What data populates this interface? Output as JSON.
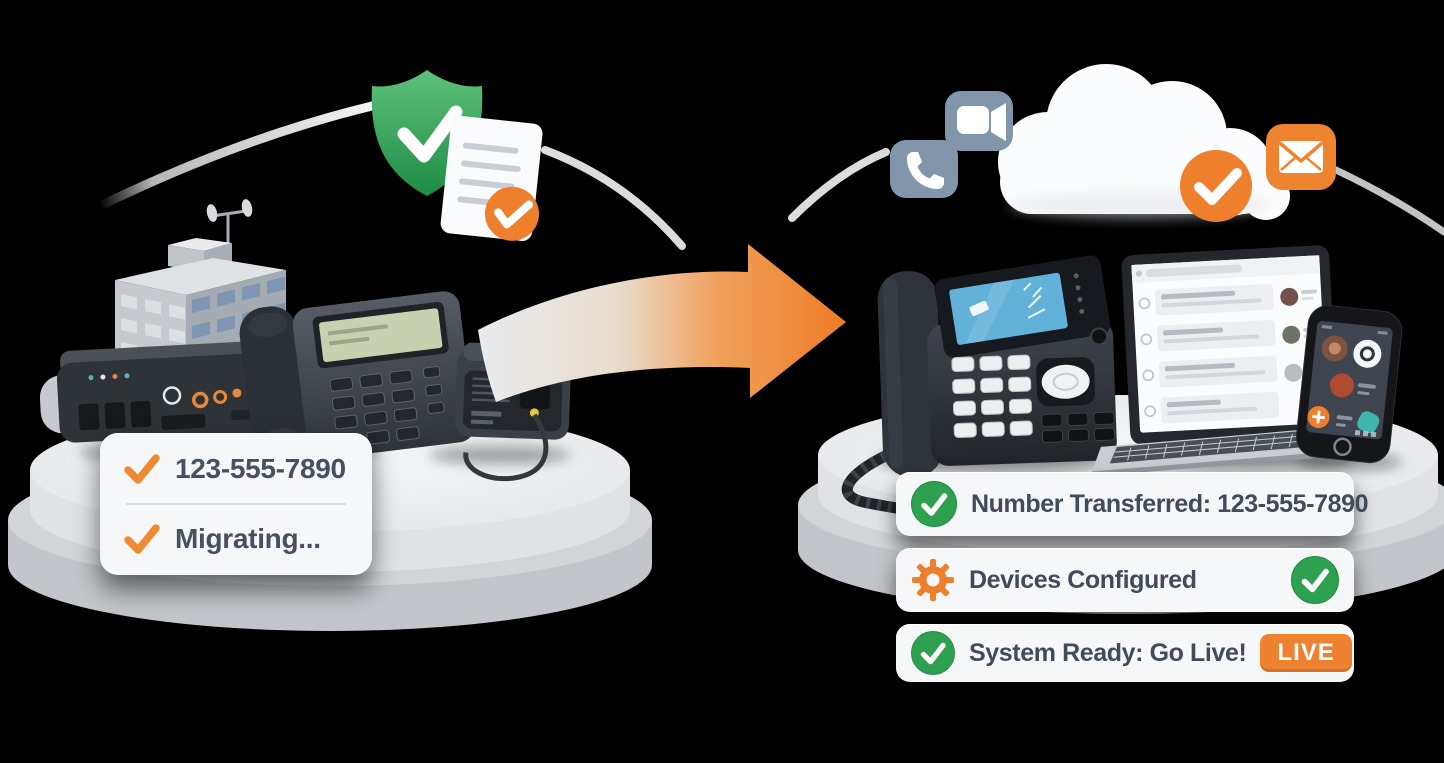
{
  "scene": {
    "description": "On-premise phone system migrating to cloud VoIP system",
    "background_color": "#000000"
  },
  "palette": {
    "orange": "#EE7F2C",
    "green": "#2DA14F",
    "blue_gray": "#8296AB",
    "card_background": "#F6F7F9",
    "text": "#434D5B",
    "platform_light": "#F1F2F4"
  },
  "left_scene": {
    "icons": [
      "shield-check-icon",
      "document-check-icon"
    ],
    "devices": [
      "office-building",
      "pbx-box",
      "legacy-desk-phone",
      "ata-modem"
    ],
    "status_card": {
      "rows": [
        {
          "icon": "orange-check-icon",
          "label": "123-555-7890"
        },
        {
          "icon": "orange-check-icon",
          "label": "Migrating..."
        }
      ]
    }
  },
  "migration_arrow": {
    "direction": "right",
    "gradient": [
      "#E9EBEE",
      "#ED7D26"
    ]
  },
  "right_scene": {
    "cloud_icons": [
      "phone-app-icon",
      "video-app-icon",
      "cloud-icon",
      "check-badge-icon",
      "mail-app-icon"
    ],
    "devices": [
      "ip-desk-phone",
      "laptop",
      "smartphone"
    ],
    "status_cards": [
      {
        "leading_icon": "green-check-circle-icon",
        "label": "Number Transferred: 123-555-7890"
      },
      {
        "leading_icon": "orange-gear-icon",
        "label": "Devices Configured",
        "trailing_icon": "green-check-circle-icon"
      },
      {
        "leading_icon": "green-check-circle-icon",
        "label": "System Ready: Go Live!",
        "badge": "LIVE"
      }
    ]
  }
}
